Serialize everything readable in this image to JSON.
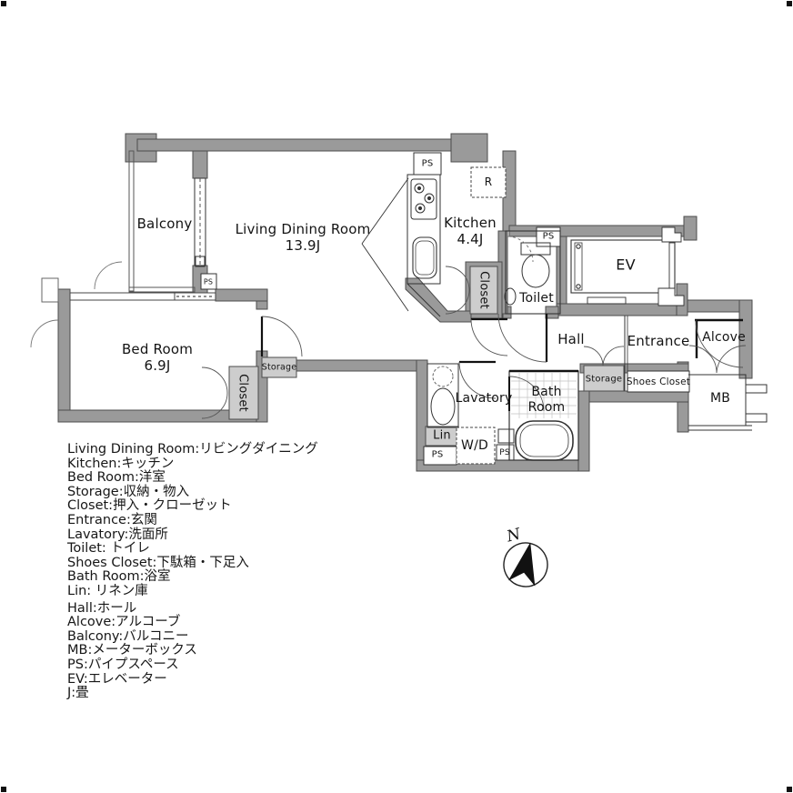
{
  "plan": {
    "rooms": {
      "balcony": "Balcony",
      "living": "Living Dining Room",
      "living_size": "13.9J",
      "kitchen": "Kitchen",
      "kitchen_size": "4.4J",
      "bedroom": "Bed Room",
      "bedroom_size": "6.9J",
      "toilet": "Toilet",
      "ev": "EV",
      "hall": "Hall",
      "entrance": "Entrance",
      "alcove": "Alcove",
      "mb": "MB",
      "lavatory": "Lavatory",
      "bathroom": "Bath Room",
      "lin": "Lin",
      "wd": "W/D"
    },
    "small_labels": {
      "r": "R",
      "ps": "PS",
      "closet": "Closet",
      "storage": "Storage",
      "shoes_closet": "Shoes Closet"
    },
    "compass": {
      "north": "N"
    },
    "icons": [
      "compass-icon",
      "stove-icon",
      "sink-icon",
      "toilet-icon",
      "bathtub-icon",
      "elevator-cab",
      "washer-dryer-box",
      "door-arc",
      "window-lines"
    ],
    "colors": {
      "wall_fill": "#9a9a9a",
      "wall_outline": "#4c4c4c",
      "shaded_box": "#cdcdcd",
      "line": "#333333",
      "background": "#ffffff"
    }
  },
  "legend": {
    "items": [
      "Living Dining Room:リビングダイニング",
      "Kitchen:キッチン",
      "Bed Room:洋室",
      "Storage:収納・物入",
      "Closet:押入・クローゼット",
      "Entrance:玄関",
      "Lavatory:洗面所",
      "Toilet: トイレ",
      "Shoes Closet:下駄箱・下足入",
      "Bath Room:浴室",
      "Lin: リネン庫",
      "Hall:ホール",
      "Alcove:アルコーブ",
      "Balcony:バルコニー",
      "MB:メーターボックス",
      "PS:パイプスペース",
      "EV:エレベーター",
      "J:畳"
    ]
  }
}
